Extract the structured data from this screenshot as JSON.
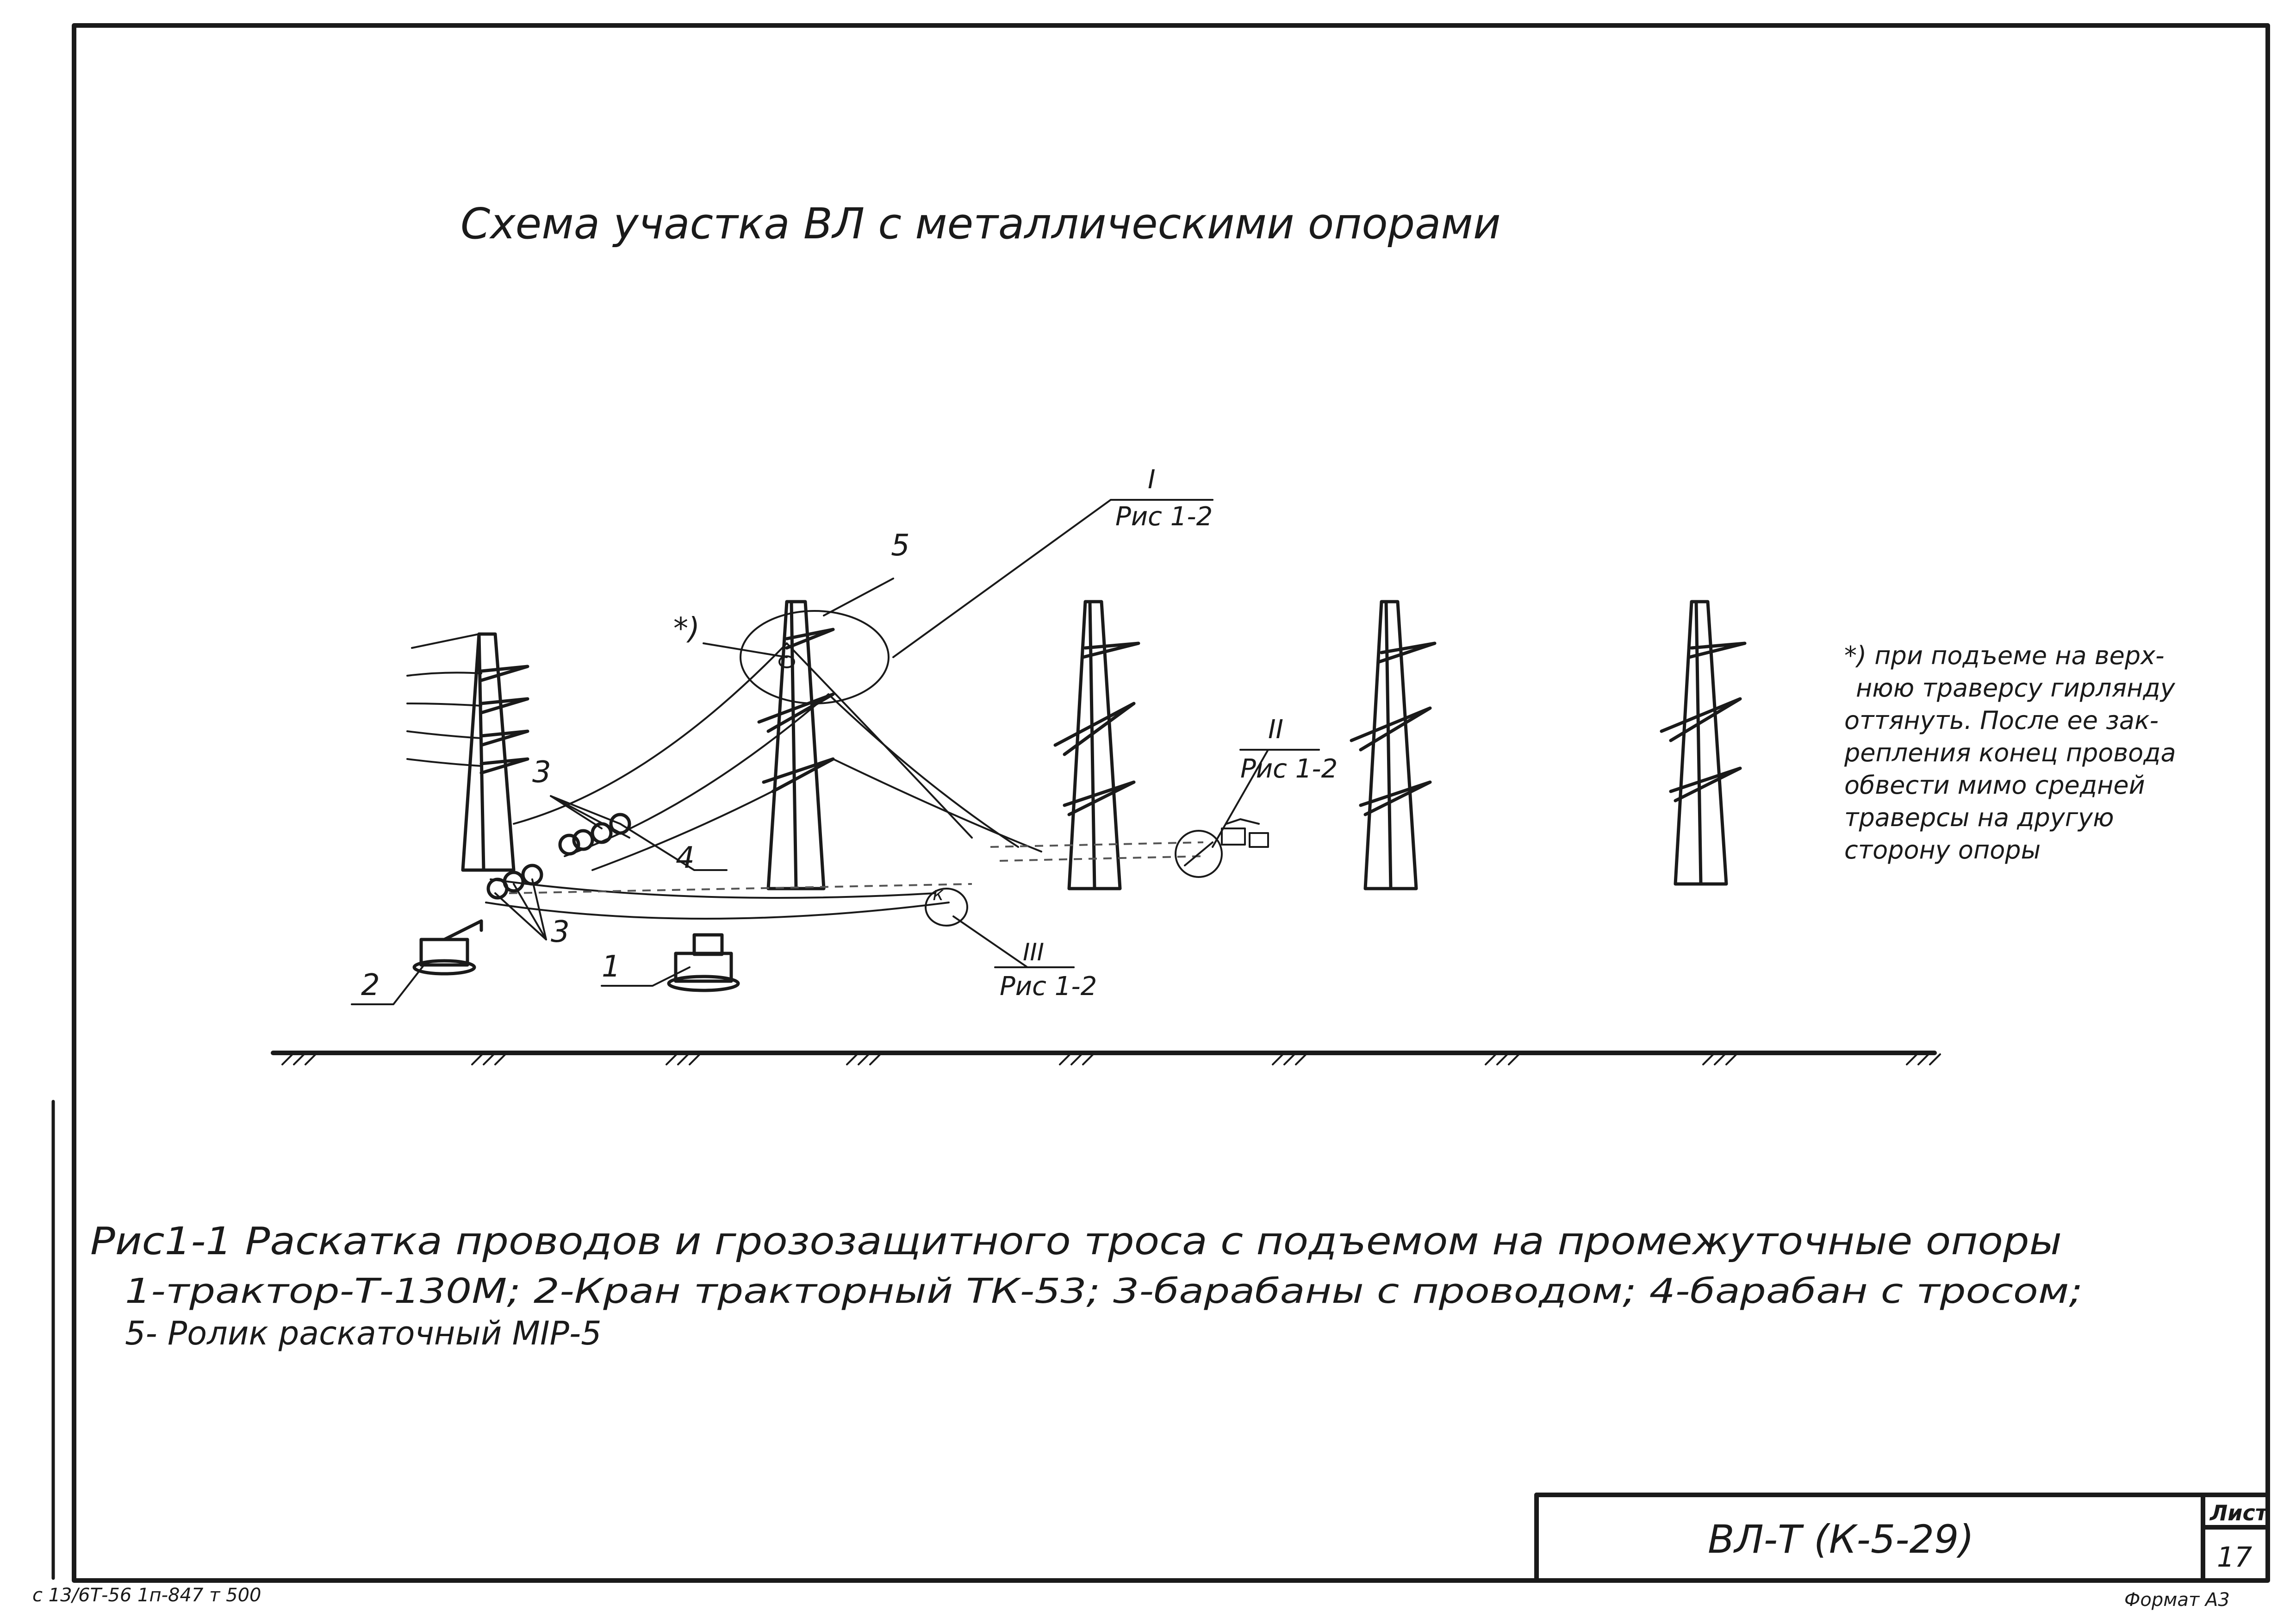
{
  "diagram": {
    "title": "Схема участка ВЛ с металлическими опорами",
    "callouts": {
      "detail_1": {
        "numeral": "I",
        "ref": "Рис 1-2"
      },
      "detail_2": {
        "numeral": "II",
        "ref": "Рис 1-2"
      },
      "detail_3": {
        "numeral": "III",
        "ref": "Рис 1-2"
      },
      "roller": "5",
      "asterisk": "*)",
      "drums_upper": "3",
      "drums_lower": "3",
      "drum_cable": "4",
      "tractor": "1",
      "crane": "2",
      "k_mark": "к"
    },
    "note": [
      "*) при подъеме на верх-",
      "нюю траверсу гирлянду",
      "оттянуть. После ее зак-",
      "репления конец провода",
      "обвести мимо средней",
      "траверсы на другую",
      "сторону опоры"
    ]
  },
  "caption": {
    "line1": "Рис1-1 Раскатка проводов и грозозащитного троса с подъемом на промежуточные опоры",
    "line2": "1-трактор-Т-130М; 2-Кран тракторный ТК-53; 3-барабаны с проводом; 4-барабан с тросом;",
    "line3": "5- Ролик раскаточный МIР-5"
  },
  "title_block": {
    "designation": "ВЛ-Т (К-5-29)",
    "sheet_label": "Лист",
    "sheet_number": "17"
  },
  "margin_notes": {
    "bottom_left": "с 13/6Т-56 1п-847 т 500",
    "bottom_right": "Формат А3"
  }
}
